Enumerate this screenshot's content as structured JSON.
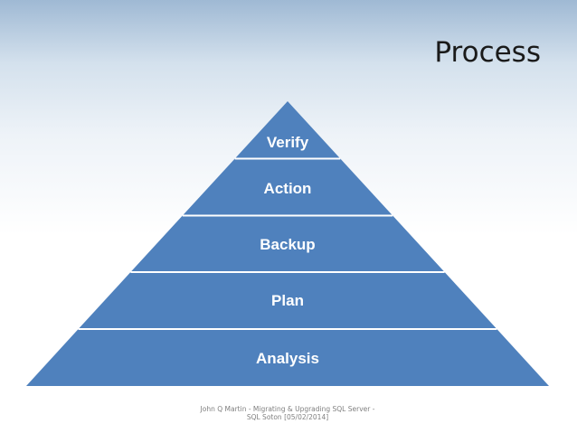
{
  "slide": {
    "title": "Process",
    "footer_line1": "John Q Martin - Migrating & Upgrading SQL Server -",
    "footer_line2": "SQL Soton [05/02/2014]"
  },
  "pyramid": {
    "fill_color": "#4f81bd",
    "separator_color": "#ffffff",
    "levels": [
      "Verify",
      "Action",
      "Backup",
      "Plan",
      "Analysis"
    ]
  }
}
